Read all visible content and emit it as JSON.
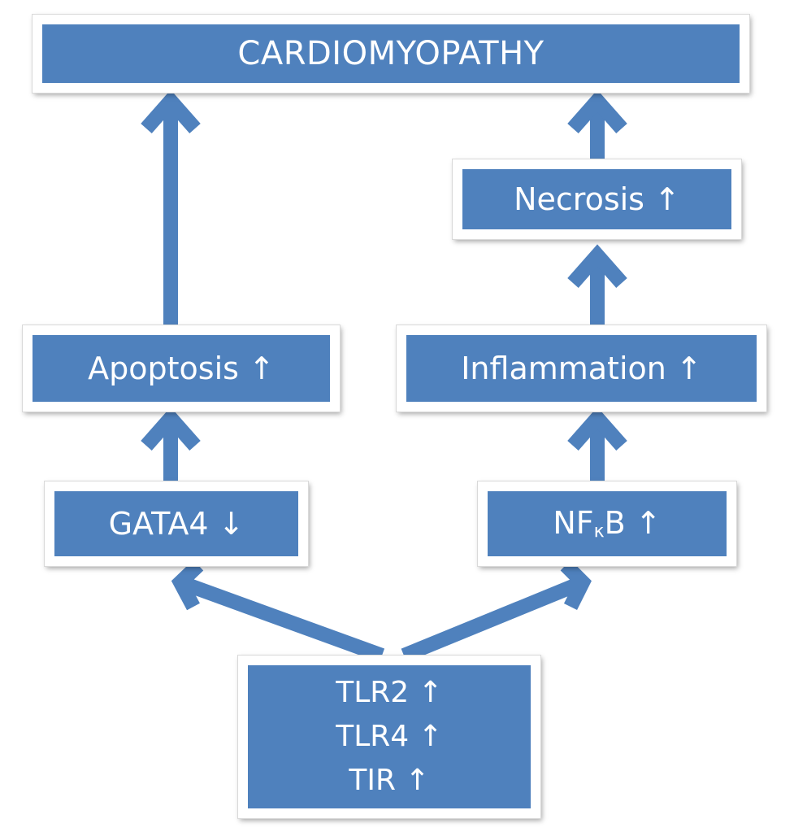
{
  "colors": {
    "box_fill": "#4f81bd",
    "arrow": "#4f81bd",
    "text": "#ffffff"
  },
  "nodes": {
    "cardiomyopathy": "CARDIOMYOPATHY",
    "necrosis": "Necrosis ↑",
    "apoptosis": "Apoptosis ↑",
    "inflammation": "Inflammation ↑",
    "gata4": "GATA4 ↓",
    "nfkb": {
      "prefix": "NF",
      "sub": "κ",
      "suffix": "B ↑"
    },
    "tlr": [
      "TLR2 ↑",
      "TLR4 ↑",
      "TIR ↑"
    ]
  }
}
